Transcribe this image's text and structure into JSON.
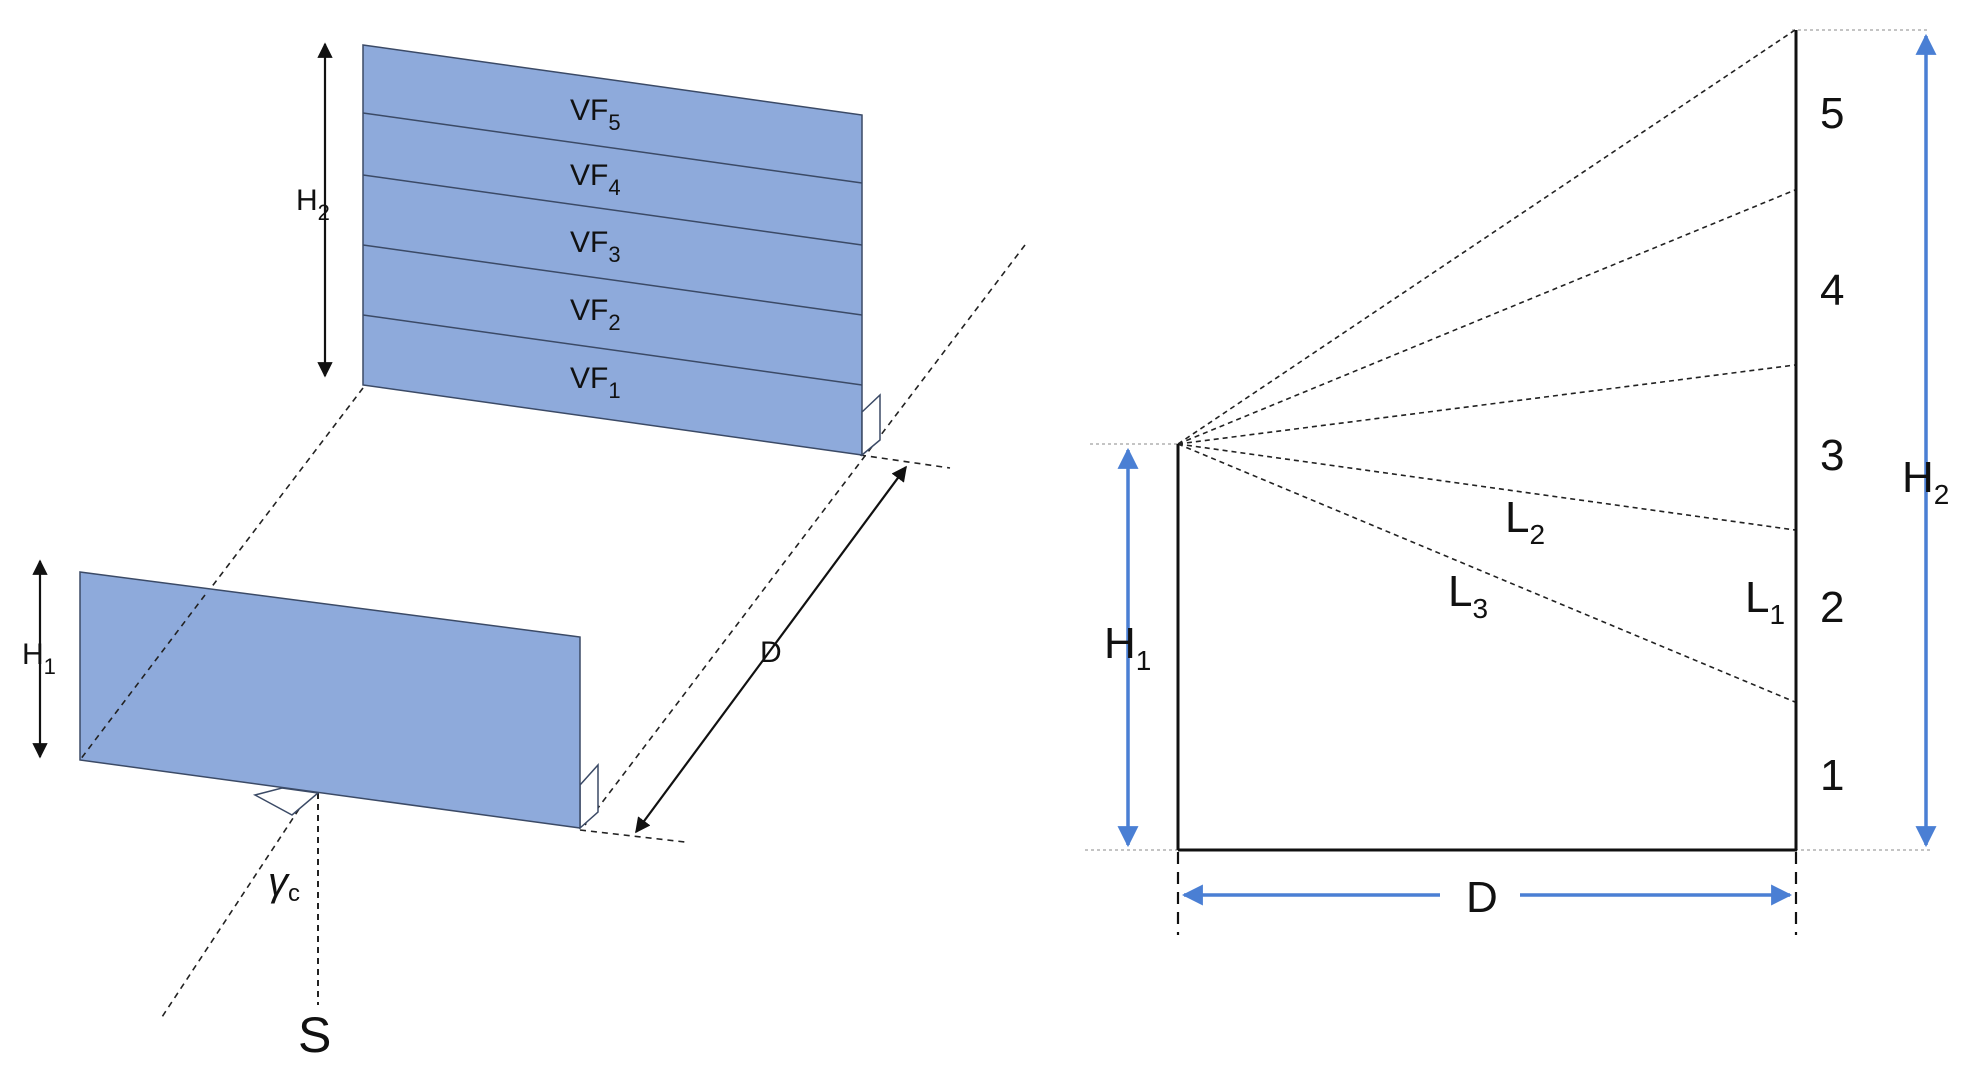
{
  "colors": {
    "panel_fill": "#8eaadb",
    "panel_stroke": "#3b4a66",
    "dim_blue": "#4a7fd4",
    "ink": "#111111",
    "guide_gray": "#b0b0b0"
  },
  "left_view": {
    "far_panel_labels": [
      {
        "base": "VF",
        "sub": "5"
      },
      {
        "base": "VF",
        "sub": "4"
      },
      {
        "base": "VF",
        "sub": "3"
      },
      {
        "base": "VF",
        "sub": "2"
      },
      {
        "base": "VF",
        "sub": "1"
      }
    ],
    "height_far": {
      "base": "H",
      "sub": "2"
    },
    "height_near": {
      "base": "H",
      "sub": "1"
    },
    "distance": "D",
    "angle": {
      "base": "γ",
      "sub": "c"
    },
    "direction": "S"
  },
  "right_view": {
    "segment_numbers": [
      "5",
      "4",
      "3",
      "2",
      "1"
    ],
    "height_far": {
      "base": "H",
      "sub": "2"
    },
    "height_near": {
      "base": "H",
      "sub": "1"
    },
    "distance": "D",
    "sight_lines": [
      {
        "base": "L",
        "sub": "1"
      },
      {
        "base": "L",
        "sub": "2"
      },
      {
        "base": "L",
        "sub": "3"
      }
    ]
  }
}
